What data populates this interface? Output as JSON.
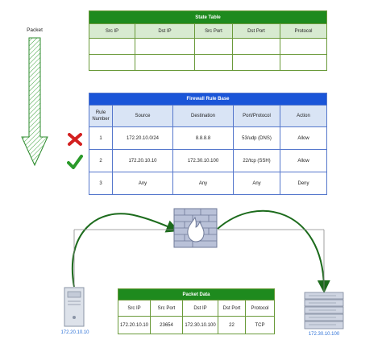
{
  "packet_label": "Packet",
  "state_table": {
    "title": "State Table",
    "headers": [
      "Src IP",
      "Dst IP",
      "Src Port",
      "Dst Port",
      "Protocol"
    ]
  },
  "firewall_rule_base": {
    "title": "Firewall Rule Base",
    "headers": [
      "Rule Number",
      "Source",
      "Destination",
      "Port/Protocol",
      "Action"
    ],
    "rows": [
      [
        "1",
        "172.20.10.0/24",
        "8.8.8.8",
        "53/udp (DNS)",
        "Allow"
      ],
      [
        "2",
        "172.20.10.10",
        "172.30.10.100",
        "22/tcp (SSH)",
        "Allow"
      ],
      [
        "3",
        "Any",
        "Any",
        "Any",
        "Deny"
      ]
    ]
  },
  "packet_data": {
    "title": "Packet Data",
    "headers": [
      "Src IP",
      "Src Port",
      "Dst IP",
      "Dst Port",
      "Protocol"
    ],
    "row": [
      "172.20.10.10",
      "23654",
      "172.30.10.100",
      "22",
      "TCP"
    ]
  },
  "source_host_label": "172.20.10.10",
  "dest_host_label": "172.30.10.100",
  "colors": {
    "green_header": "#1e8a1e",
    "blue_header": "#1a55d8",
    "arrow_green": "#1c6b1c",
    "deny_red": "#d32020",
    "allow_green": "#2a9a2a",
    "firewall_gray": "#9aa5bf"
  },
  "icons": [
    "packet-arrow-icon",
    "deny-x-icon",
    "allow-check-icon",
    "firewall-icon",
    "source-server-icon",
    "destination-server-icon"
  ]
}
